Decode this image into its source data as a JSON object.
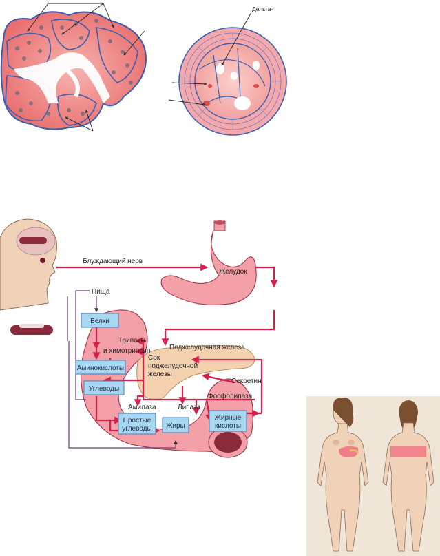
{
  "histology": {
    "right_label": "Дельта-"
  },
  "digestion": {
    "nerve_label": "Блуждающий нерв",
    "stomach_label": "Желудок",
    "food_label": "Пища",
    "pancreas_label": "Поджелудочная железа",
    "juice_label_1": "Сок",
    "juice_label_2": "поджелудочной",
    "juice_label_3": "железы",
    "trypsin_1": "Трипсин",
    "trypsin_2": "и химотрипсин",
    "secretin": "Секретин",
    "phospholipase": "Фосфолипаза",
    "amylase": "Амилаза",
    "lipase": "Липаза",
    "boxes": {
      "proteins": "Белки",
      "amino_acids": "Аминокислоты",
      "carbs": "Углеводы",
      "simple_carbs_1": "Простые",
      "simple_carbs_2": "углеводы",
      "fats": "Жиры",
      "fatty_acids_1": "Жирные",
      "fatty_acids_2": "кислоты"
    }
  },
  "colors": {
    "tissue": "#f08a8a",
    "tissue_dark": "#e05a5a",
    "membrane": "#3a5fb0",
    "arrow": "#d4204a",
    "box_fill": "#a8d8f0",
    "box_stroke": "#4a78b8",
    "gut": "#f4a0a8",
    "gland": "#f4d2b0",
    "skin": "#f0d2b8",
    "pain": "#f07080"
  }
}
